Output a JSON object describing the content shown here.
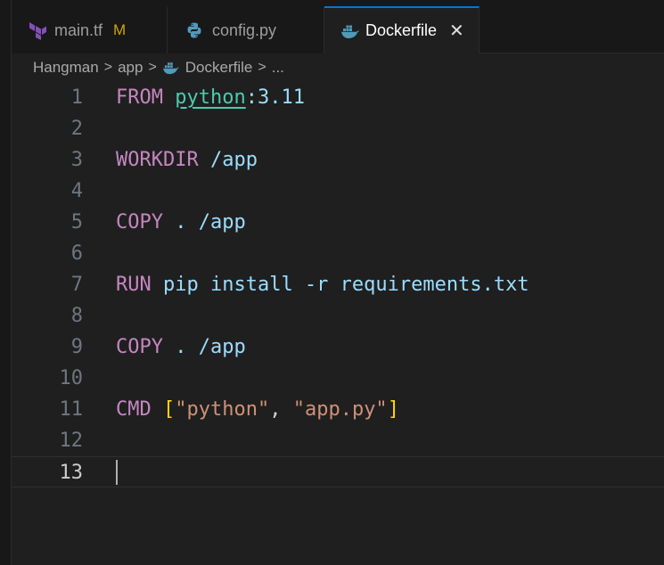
{
  "tabs": [
    {
      "label": "main.tf",
      "status": "M",
      "icon": "terraform-icon",
      "icon_color": "#844fba"
    },
    {
      "label": "config.py",
      "icon": "python-icon",
      "icon_color": "#519aba"
    },
    {
      "label": "Dockerfile",
      "icon": "docker-icon",
      "icon_color": "#519aba",
      "active": true,
      "close_label": "✕"
    }
  ],
  "breadcrumb": {
    "items": [
      "Hangman",
      "app",
      "Dockerfile",
      "..."
    ],
    "separator": ">"
  },
  "editor": {
    "active_line": 13,
    "lines": [
      {
        "number": "1",
        "tokens": [
          {
            "t": "FROM",
            "c": "kw"
          },
          {
            "t": " ",
            "c": "plain"
          },
          {
            "t": "python",
            "c": "img"
          },
          {
            "t": ":3.11",
            "c": "val"
          }
        ]
      },
      {
        "number": "2",
        "tokens": []
      },
      {
        "number": "3",
        "tokens": [
          {
            "t": "WORKDIR",
            "c": "kw"
          },
          {
            "t": " /app",
            "c": "val"
          }
        ]
      },
      {
        "number": "4",
        "tokens": []
      },
      {
        "number": "5",
        "tokens": [
          {
            "t": "COPY",
            "c": "kw"
          },
          {
            "t": " . /app",
            "c": "val"
          }
        ]
      },
      {
        "number": "6",
        "tokens": []
      },
      {
        "number": "7",
        "tokens": [
          {
            "t": "RUN",
            "c": "kw"
          },
          {
            "t": " pip install -r requirements.txt",
            "c": "val"
          }
        ]
      },
      {
        "number": "8",
        "tokens": []
      },
      {
        "number": "9",
        "tokens": [
          {
            "t": "COPY",
            "c": "kw"
          },
          {
            "t": " . /app",
            "c": "val"
          }
        ]
      },
      {
        "number": "10",
        "tokens": []
      },
      {
        "number": "11",
        "tokens": [
          {
            "t": "CMD",
            "c": "kw"
          },
          {
            "t": " ",
            "c": "plain"
          },
          {
            "t": "[",
            "c": "br"
          },
          {
            "t": "\"python\"",
            "c": "str"
          },
          {
            "t": ", ",
            "c": "plain"
          },
          {
            "t": "\"app.py\"",
            "c": "str"
          },
          {
            "t": "]",
            "c": "br"
          }
        ]
      },
      {
        "number": "12",
        "tokens": []
      },
      {
        "number": "13",
        "tokens": []
      }
    ]
  },
  "colors": {
    "background": "#1f1f1f",
    "tab_accent": "#0078d4",
    "keyword": "#c586c0",
    "string": "#ce9178",
    "image_name": "#4ec9b0",
    "value": "#9cdcfe",
    "modified": "#cca700"
  }
}
